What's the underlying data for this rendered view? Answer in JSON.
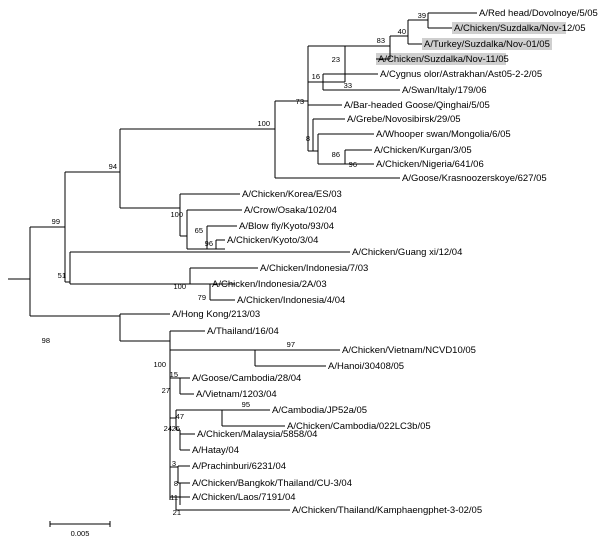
{
  "taxa": {
    "t1": "A/Red head/Dovolnoye/5/05",
    "t2": "A/Chicken/Suzdalka/Nov-12/05",
    "t3": "A/Turkey/Suzdalka/Nov-01/05",
    "t4": "A/Chicken/Suzdalka/Nov-11/05",
    "t5": "A/Cygnus olor/Astrakhan/Ast05-2-2/05",
    "t6": "A/Swan/Italy/179/06",
    "t7": "A/Bar-headed Goose/Qinghai/5/05",
    "t8": "A/Grebe/Novosibirsk/29/05",
    "t9": "A/Whooper swan/Mongolia/6/05",
    "t10": "A/Chicken/Kurgan/3/05",
    "t11": "A/Chicken/Nigeria/641/06",
    "t12": "A/Goose/Krasnoozerskoye/627/05",
    "t13": "A/Chicken/Korea/ES/03",
    "t14": "A/Crow/Osaka/102/04",
    "t15": "A/Blow fly/Kyoto/93/04",
    "t16": "A/Chicken/Kyoto/3/04",
    "t17": "A/Chicken/Guang xi/12/04",
    "t18": "A/Chicken/Indonesia/7/03",
    "t19": "A/Chicken/Indonesia/2A/03",
    "t20": "A/Hong Kong/213/03",
    "t21": "A/Chicken/Indonesia/4/04",
    "t22": "A/Thailand/16/04",
    "t23": "A/Chicken/Vietnam/NCVD10/05",
    "t24": "A/Hanoi/30408/05",
    "t25": "A/Goose/Cambodia/28/04",
    "t26": "A/Vietnam/1203/04",
    "t27": "A/Cambodia/JP52a/05",
    "t28": "A/Chicken/Cambodia/022LC3b/05",
    "t29": "A/Chicken/Malaysia/5858/04",
    "t30": "A/Hatay/04",
    "t31": "A/Prachinburi/6231/04",
    "t32": "A/Chicken/Bangkok/Thailand/CU-3/04",
    "t33": "A/Chicken/Laos/7191/04",
    "t34": "A/Chicken/Thailand/Kamphaengphet-3-02/05"
  },
  "support": {
    "s39": "39",
    "s40": "40",
    "s83": "83",
    "s23": "23",
    "s16": "16",
    "s33": "33",
    "s73": "73",
    "s100a": "100",
    "s8a": "8",
    "s86": "86",
    "s96a": "96",
    "s94": "94",
    "s99": "99",
    "s100b": "100",
    "s65": "65",
    "s96b": "96",
    "s51": "51",
    "s100c": "100",
    "s79": "79",
    "s98": "98",
    "s100d": "100",
    "s97": "97",
    "s15": "15",
    "s27": "27",
    "s47": "47",
    "s24": "24",
    "s26": "26",
    "s95": "95",
    "s3": "3",
    "s8b": "8",
    "s11": "11",
    "s21": "21"
  },
  "scale_bar": {
    "label": "0.005"
  },
  "colors": {
    "highlight": "#cfcfcf",
    "branch": "#000000"
  }
}
